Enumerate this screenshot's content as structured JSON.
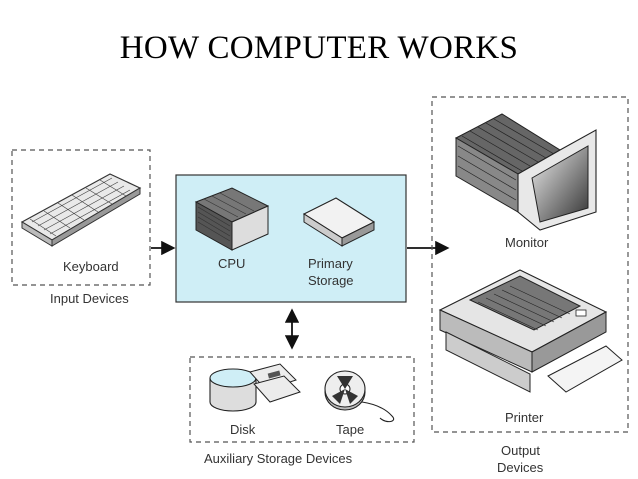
{
  "title": "HOW COMPUTER WORKS",
  "input": {
    "device": "Keyboard",
    "group": "Input Devices"
  },
  "processing": {
    "cpu": "CPU",
    "storage_line1": "Primary",
    "storage_line2": "Storage"
  },
  "auxiliary": {
    "disk": "Disk",
    "tape": "Tape",
    "group": "Auxiliary Storage Devices"
  },
  "output": {
    "monitor": "Monitor",
    "printer": "Printer",
    "group_line1": "Output",
    "group_line2": "Devices"
  },
  "colors": {
    "processing_fill": "#cfeef6",
    "processing_stroke": "#333333",
    "dashed_border": "#555555"
  }
}
